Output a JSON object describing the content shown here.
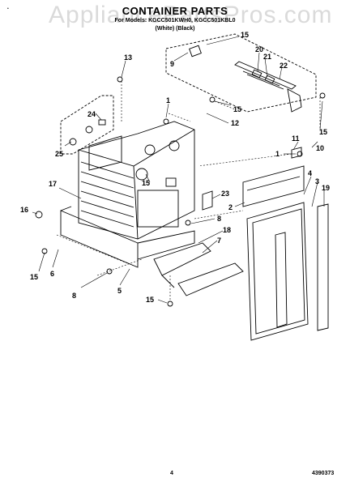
{
  "header": {
    "title": "CONTAINER PARTS",
    "subtitle": "For Models: KGCC501KWH0, KGCC501KBL0",
    "color_note": "(White)   (Black)"
  },
  "watermark": "AppliancePartsPros.com",
  "footer": {
    "page_number": "4",
    "doc_number": "4390373"
  },
  "callouts": [
    "15",
    "9",
    "20",
    "21",
    "22",
    "13",
    "1",
    "15",
    "12",
    "15",
    "24",
    "25",
    "11",
    "1",
    "10",
    "4",
    "3",
    "19",
    "17",
    "15",
    "23",
    "16",
    "2",
    "8",
    "18",
    "7",
    "15",
    "6",
    "8",
    "5",
    "15"
  ]
}
